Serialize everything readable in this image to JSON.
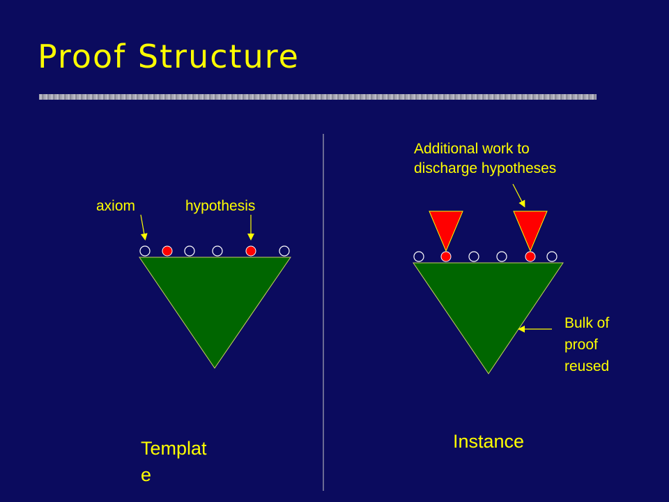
{
  "slide": {
    "title": "Proof Structure"
  },
  "left": {
    "axiom_label": "axiom",
    "hypothesis_label": "hypothesis",
    "caption_line1": "Templat",
    "caption_line2": "e"
  },
  "right": {
    "additional_line1": "Additional work to",
    "additional_line2": "discharge hypotheses",
    "bulk_line1": "Bulk of",
    "bulk_line2": "proof",
    "bulk_line3": "reused",
    "caption": "Instance"
  },
  "colors": {
    "background": "#0b0b5e",
    "text": "#ffff00",
    "proof_green": "#006600",
    "hypothesis_red": "#ff0000",
    "axiom_outline": "#ffffff"
  }
}
